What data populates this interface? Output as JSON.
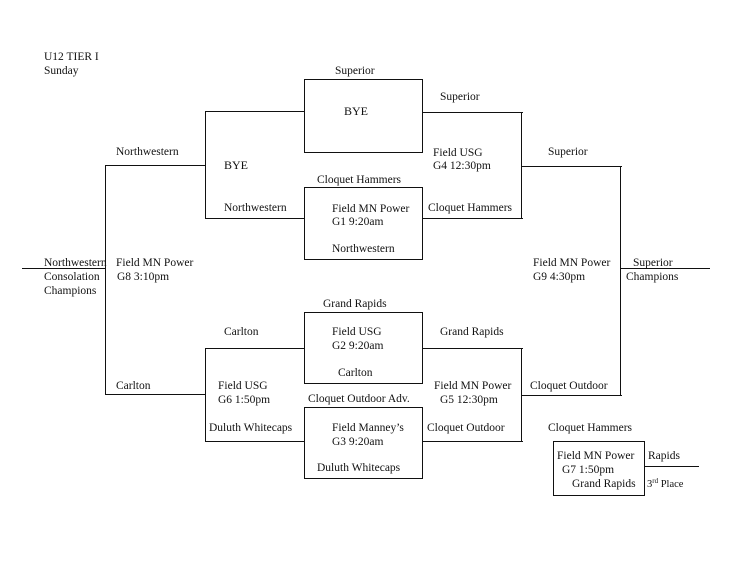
{
  "header": {
    "title": "U12 TIER I",
    "day": "Sunday"
  },
  "games": {
    "g1": {
      "field": "Field MN Power",
      "time": "G1 9:20am",
      "top_team": "Cloquet Hammers",
      "bottom_team": "Northwestern"
    },
    "g2": {
      "field": "Field USG",
      "time": "G2 9:20am",
      "top_team": "Grand Rapids",
      "bottom_team": "Carlton"
    },
    "g3": {
      "field": "Field Manney’s",
      "time": "G3 9:20am",
      "top_team": "Cloquet Outdoor Adv.",
      "bottom_team": "Duluth Whitecaps"
    },
    "bye_box": {
      "top_team": "Superior",
      "label": "BYE"
    },
    "g4": {
      "field": "Field USG",
      "time": "G4 12:30pm",
      "top_team": "Superior",
      "bottom_team": "Cloquet Hammers"
    },
    "g5": {
      "field": "Field MN Power",
      "time": "G5 12:30pm",
      "top_team": "Grand Rapids",
      "bottom_team": "Cloquet Outdoor"
    },
    "g6": {
      "field": "Field USG",
      "time": "G6 1:50pm",
      "top_team": "Carlton",
      "bottom_team": "Duluth Whitecaps"
    },
    "g7": {
      "field": "Field MN Power",
      "time": "G7 1:50pm",
      "top_team": "Cloquet Hammers",
      "bottom_team": "Grand Rapids",
      "winner": "Rapids",
      "place_num": "3",
      "place_suffix": "rd",
      "place_label": " Place"
    },
    "g8": {
      "field": "Field MN Power",
      "time": "G8 3:10pm",
      "bye_label": "BYE",
      "top_team": "Northwestern",
      "advancing_bye": "Northwestern",
      "bottom_team": "Carlton",
      "winner": "Northwestern",
      "result_line1": "Consolation",
      "result_line2": "Champions"
    },
    "g9": {
      "field": "Field MN Power",
      "time": "G9 4:30pm",
      "top_team": "Superior",
      "bottom_team": "Cloquet Outdoor",
      "winner": "Superior",
      "result": "Champions"
    }
  }
}
